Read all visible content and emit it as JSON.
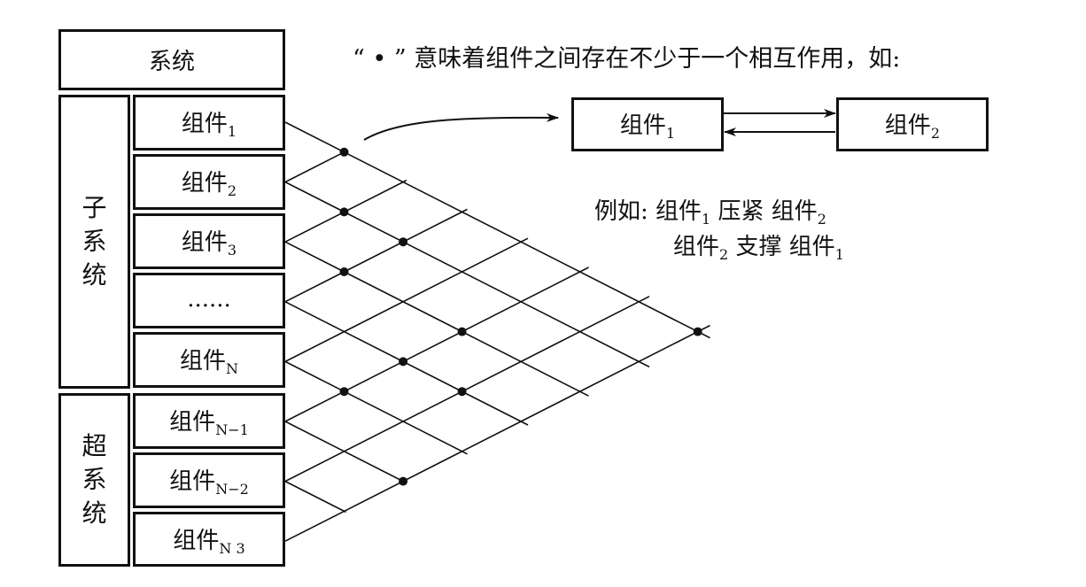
{
  "system_label": "系统",
  "subsystem_label": [
    "子",
    "系",
    "统"
  ],
  "supersystem_label": [
    "超",
    "系",
    "统"
  ],
  "components": [
    {
      "base": "组件",
      "sub": "1"
    },
    {
      "base": "组件",
      "sub": "2"
    },
    {
      "base": "组件",
      "sub": "3"
    },
    {
      "base": "......",
      "sub": ""
    },
    {
      "base": "组件",
      "sub": "N"
    },
    {
      "base": "组件",
      "sub": "N−1"
    },
    {
      "base": "组件",
      "sub": "N−2"
    },
    {
      "base": "组件",
      "sub": "N 3"
    }
  ],
  "note": "“ • ” 意味着组件之间存在不少于一个相互作用，如:",
  "example_boxes": [
    {
      "base": "组件",
      "sub": "1"
    },
    {
      "base": "组件",
      "sub": "2"
    }
  ],
  "example_line1": {
    "prefix": "例如: ",
    "a": "组件",
    "a_sub": "1",
    "verb": " 压紧 ",
    "b": "组件",
    "b_sub": "2"
  },
  "example_line2": {
    "a": "组件",
    "a_sub": "2",
    "verb": " 支撑 ",
    "b": "组件",
    "b_sub": "1"
  },
  "interactions": [
    [
      1,
      2
    ],
    [
      2,
      3
    ],
    [
      3,
      4
    ],
    [
      2,
      4
    ],
    [
      4,
      7
    ],
    [
      3,
      6
    ],
    [
      1,
      8
    ],
    [
      6,
      8
    ],
    [
      5,
      6
    ],
    [
      4,
      6
    ]
  ]
}
